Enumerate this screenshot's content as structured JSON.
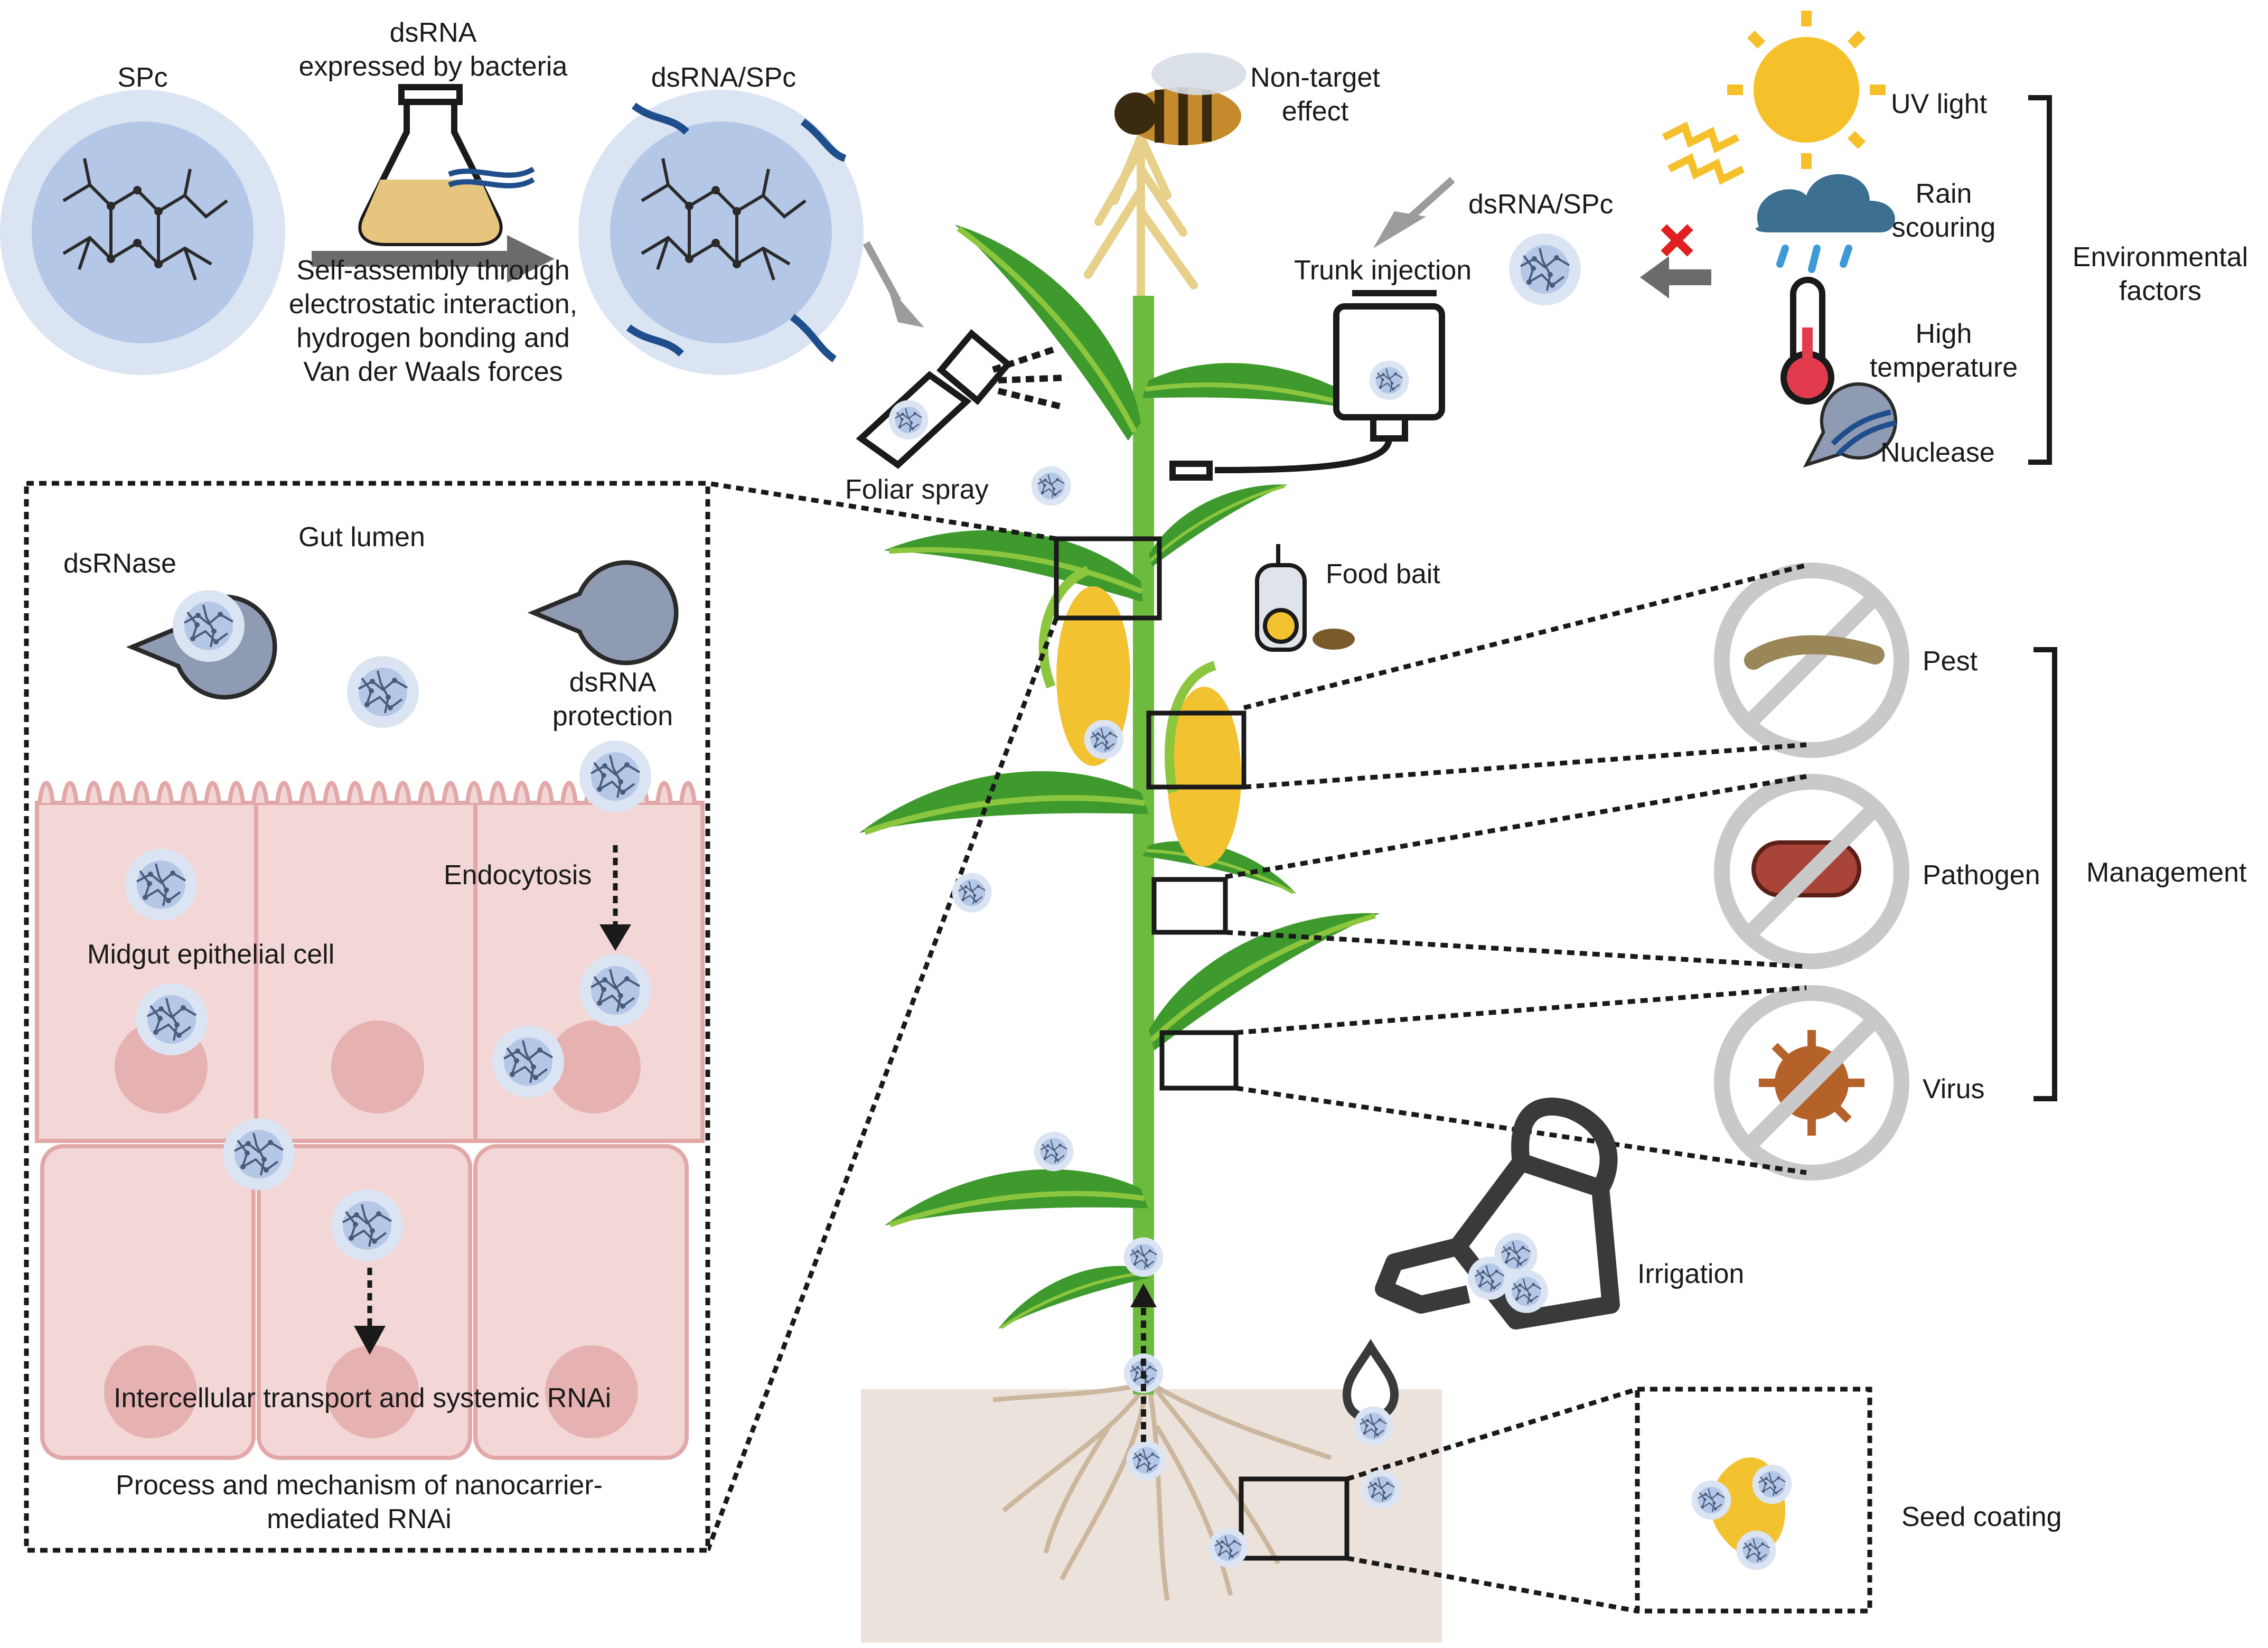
{
  "synthesis": {
    "spc": "SPc",
    "dsrna_bacteria": "dsRNA\nexpressed by bacteria",
    "self_assembly": "Self-assembly through\nelectrostatic interaction,\nhydrogen bonding and\nVan der Waals forces",
    "complex": "dsRNA/SPc"
  },
  "application": {
    "foliar_spray": "Foliar spray",
    "trunk_injection": "Trunk injection",
    "complex": "dsRNA/SPc",
    "food_bait": "Food bait",
    "irrigation": "Irrigation",
    "seed_coating": "Seed coating",
    "non_target": "Non-target\neffect"
  },
  "environment": {
    "uv": "UV light",
    "rain": "Rain\nscouring",
    "temp": "High\ntemperature",
    "nuclease": "Nuclease",
    "title": "Environmental\nfactors"
  },
  "management": {
    "pest": "Pest",
    "pathogen": "Pathogen",
    "virus": "Virus",
    "title": "Management"
  },
  "mechanism": {
    "dsrnase": "dsRNase",
    "gut_lumen": "Gut lumen",
    "protection": "dsRNA\nprotection",
    "endocytosis": "Endocytosis",
    "epithelial": "Midgut epithelial cell",
    "transport": "Intercellular transport and systemic RNAi",
    "caption": "Process and mechanism of nanocarrier-\nmediated RNAi"
  },
  "colors": {
    "leaf": "#3f9a2e",
    "leaf_light": "#8cc63f",
    "stem": "#6dbb3c",
    "tassel": "#e6d08a",
    "corn": "#f2c230",
    "cell_fill": "#f3d7d7",
    "cell_stroke": "#e2a8a8",
    "nucleus": "#e6b1b1",
    "soil": "#ece2dc",
    "enzyme": "#8f9ab3",
    "nano_halo": "#dbe4f3",
    "nano_core": "#b4c7e7",
    "sun": "#f5c02a",
    "cloud": "#3d6f90",
    "forbid": "#c9c9c9"
  }
}
